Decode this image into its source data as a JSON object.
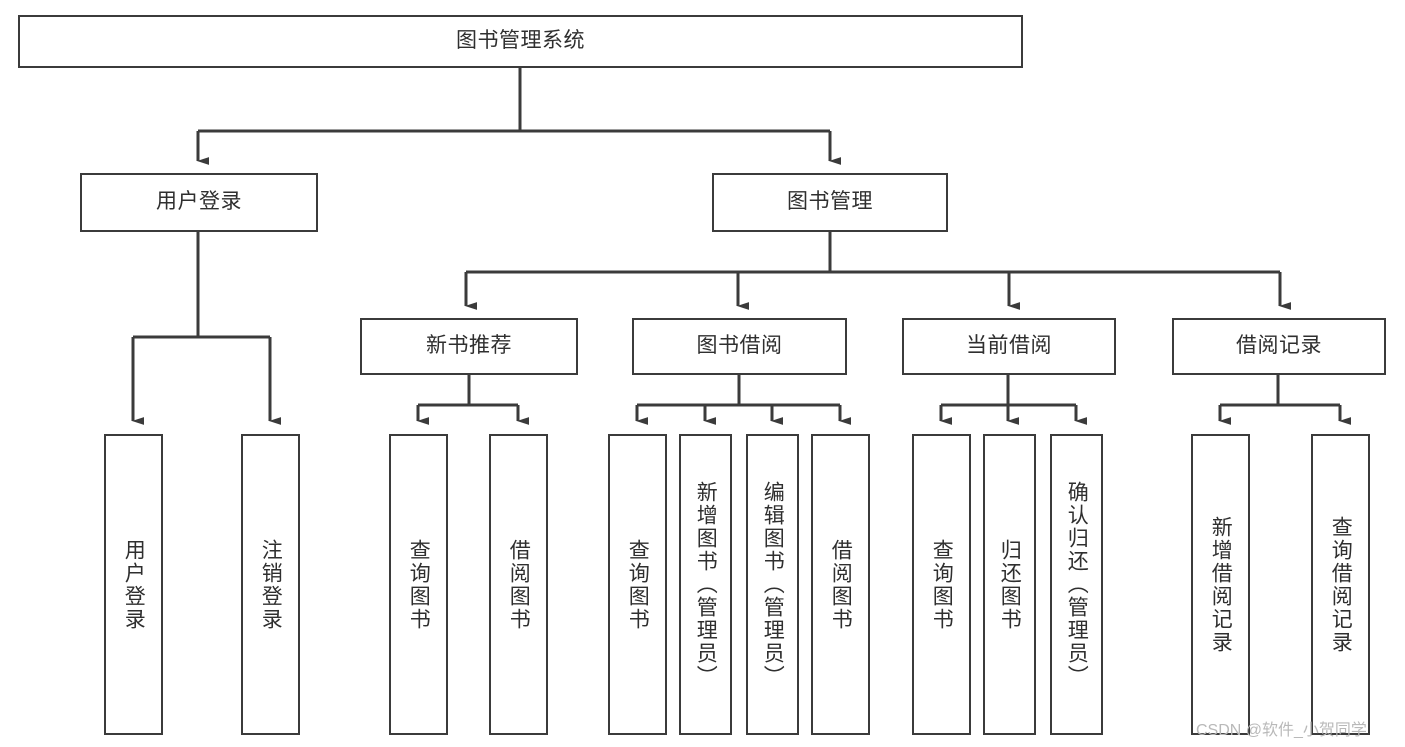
{
  "diagram": {
    "title": "图书管理系统",
    "type": "tree",
    "root": {
      "label": "图书管理系统"
    },
    "level1": [
      {
        "label": "用户登录"
      },
      {
        "label": "图书管理"
      }
    ],
    "level2": [
      {
        "label": "新书推荐"
      },
      {
        "label": "图书借阅"
      },
      {
        "label": "当前借阅"
      },
      {
        "label": "借阅记录"
      }
    ],
    "leaves": {
      "user_login": [
        {
          "label": "用户登录"
        },
        {
          "label": "注销登录"
        }
      ],
      "new_book_recommend": [
        {
          "label": "查询图书"
        },
        {
          "label": "借阅图书"
        }
      ],
      "book_borrow": [
        {
          "label": "查询图书"
        },
        {
          "label": "新增图书（管理员）"
        },
        {
          "label": "编辑图书（管理员）"
        },
        {
          "label": "借阅图书"
        }
      ],
      "current_borrow": [
        {
          "label": "查询图书"
        },
        {
          "label": "归还图书"
        },
        {
          "label": "确认归还（管理员）"
        }
      ],
      "borrow_record": [
        {
          "label": "新增借阅记录"
        },
        {
          "label": "查询借阅记录"
        }
      ]
    }
  },
  "watermark": {
    "text": "CSDN @软件_小贺同学"
  },
  "colors": {
    "stroke": "#3b3b3b",
    "text": "#2f2f2f",
    "background": "#ffffff",
    "watermark": "#b9b9b9"
  }
}
